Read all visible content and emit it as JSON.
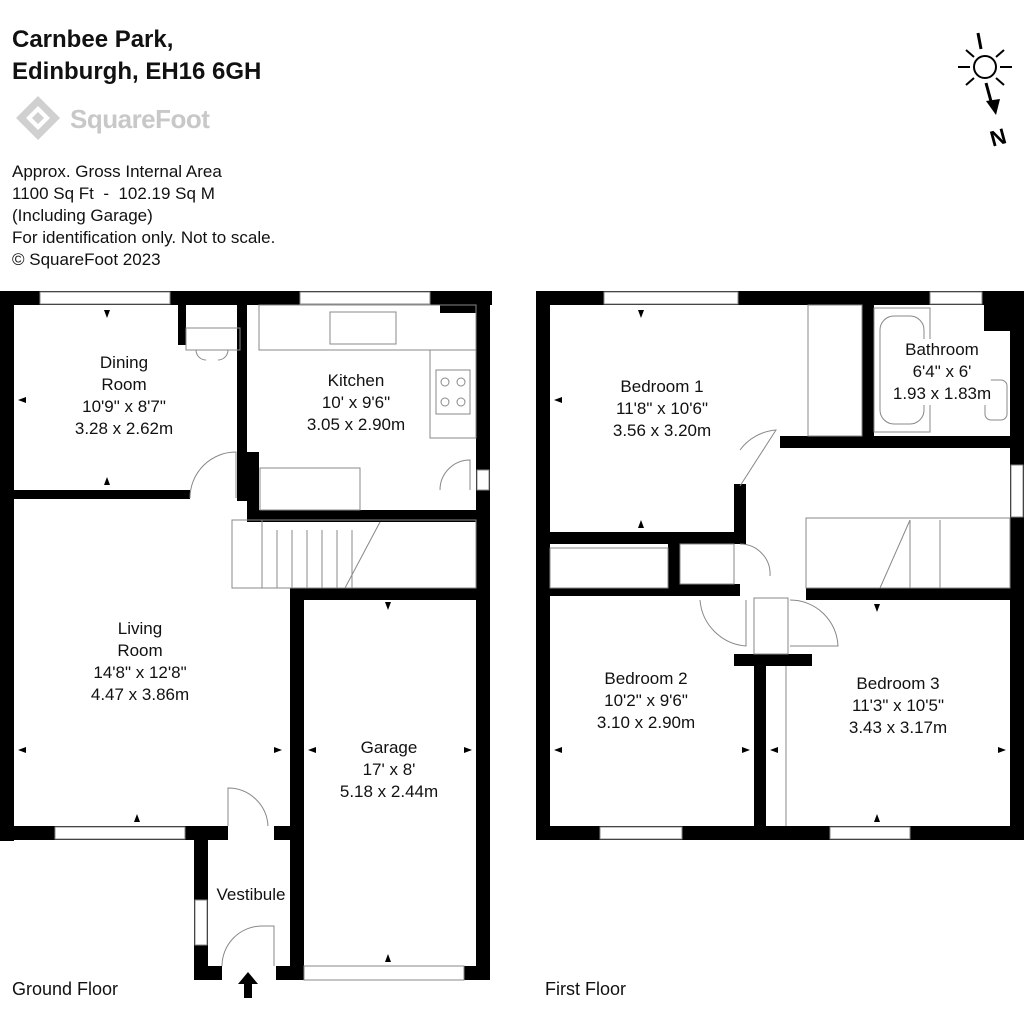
{
  "header": {
    "address_line1": "Carnbee Park,",
    "address_line2": "Edinburgh, EH16 6GH"
  },
  "brand": {
    "name": "SquareFoot"
  },
  "info": {
    "line1": "Approx. Gross Internal Area",
    "line2": "1100 Sq Ft  -  102.19 Sq M",
    "line3": "(Including Garage)",
    "line4": "For identification only. Not to scale.",
    "line5": "© SquareFoot 2023"
  },
  "compass": {
    "label": "N",
    "icon": "north-arrow-icon"
  },
  "ground_floor": {
    "label": "Ground Floor",
    "rooms": {
      "dining": {
        "name_l1": "Dining",
        "name_l2": "Room",
        "imperial": "10'9\" x 8'7\"",
        "metric": "3.28 x 2.62m"
      },
      "kitchen": {
        "name": "Kitchen",
        "imperial": "10' x 9'6\"",
        "metric": "3.05 x 2.90m"
      },
      "living": {
        "name_l1": "Living",
        "name_l2": "Room",
        "imperial": "14'8\" x 12'8\"",
        "metric": "4.47 x 3.86m"
      },
      "garage": {
        "name": "Garage",
        "imperial": "17' x 8'",
        "metric": "5.18 x 2.44m"
      },
      "vestibule": {
        "name": "Vestibule"
      }
    }
  },
  "first_floor": {
    "label": "First Floor",
    "rooms": {
      "bedroom1": {
        "name": "Bedroom 1",
        "imperial": "11'8\" x 10'6\"",
        "metric": "3.56 x 3.20m"
      },
      "bathroom": {
        "name": "Bathroom",
        "imperial": "6'4\" x 6'",
        "metric": "1.93 x 1.83m"
      },
      "bedroom2": {
        "name": "Bedroom 2",
        "imperial": "10'2\" x 9'6\"",
        "metric": "3.10 x 2.90m"
      },
      "bedroom3": {
        "name": "Bedroom 3",
        "imperial": "11'3\" x 10'5\"",
        "metric": "3.43 x 3.17m"
      }
    }
  }
}
